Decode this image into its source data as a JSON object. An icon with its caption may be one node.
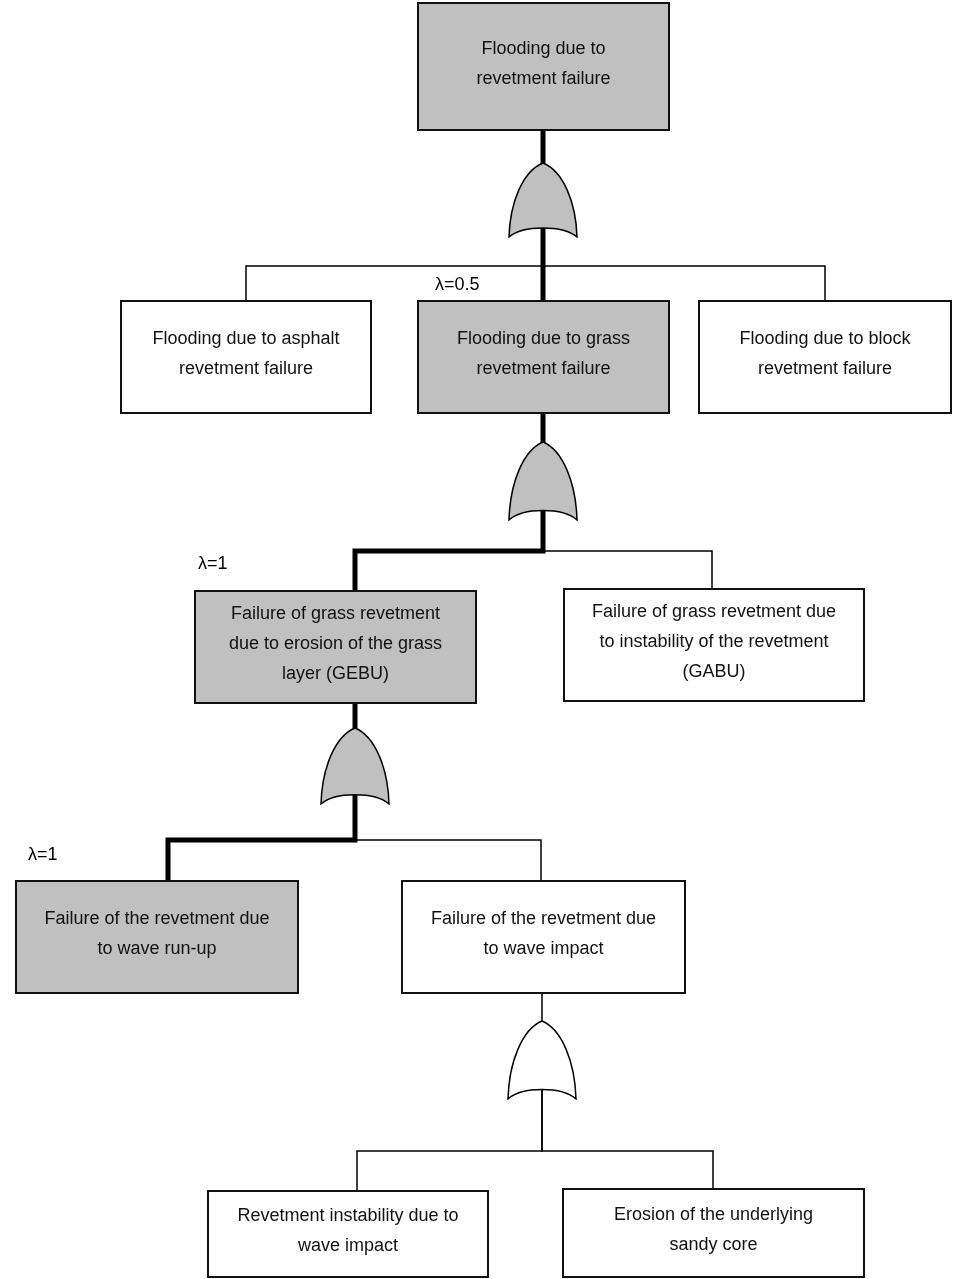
{
  "diagram": {
    "nodes": [
      {
        "text": [
          "Flooding due to revetment failure"
        ]
      },
      {
        "text": [],
        "shape": "gate"
      },
      {
        "text": [
          "Flooding due to asphalt revetment failure"
        ]
      },
      {
        "text": [
          "Flooding due to grass revetment failure"
        ],
        "beside": [
          "λ=0.5"
        ]
      },
      {
        "text": [
          "Flooding due to block revetment failure"
        ]
      },
      {
        "text": [],
        "shape": "gate"
      },
      {
        "text": [
          "Failure of grass revetment due to erosion of the grass layer (GEBU)"
        ],
        "beside": [
          "λ=1"
        ]
      },
      {
        "text": [
          "Failure of grass revetment due to instability of the revetment (GABU)"
        ]
      },
      {
        "text": [],
        "shape": "gate"
      },
      {
        "text": [
          "Failure of the revetment due to wave run-up"
        ],
        "beside": [
          "λ=1"
        ]
      },
      {
        "text": [
          "Failure of the revetment due to wave impact"
        ]
      },
      {
        "text": [],
        "shape": "gate"
      },
      {
        "text": [
          "Revetment instability due to wave impact"
        ]
      },
      {
        "text": [
          "Erosion of the underlying sandy core"
        ]
      }
    ],
    "edges": [
      {
        "from": 0,
        "to": 1,
        "arrow": "none",
        "style": "thick"
      },
      {
        "from": 1,
        "to": 2,
        "arrow": "none"
      },
      {
        "from": 1,
        "to": 3,
        "arrow": "none",
        "style": "thick"
      },
      {
        "from": 1,
        "to": 4,
        "arrow": "none"
      },
      {
        "from": 3,
        "to": 5,
        "arrow": "none",
        "style": "thick"
      },
      {
        "from": 5,
        "to": 6,
        "arrow": "none",
        "style": "thick"
      },
      {
        "from": 5,
        "to": 7,
        "arrow": "none"
      },
      {
        "from": 6,
        "to": 8,
        "arrow": "none",
        "style": "thick"
      },
      {
        "from": 8,
        "to": 9,
        "arrow": "none",
        "style": "thick"
      },
      {
        "from": 8,
        "to": 10,
        "arrow": "none"
      },
      {
        "from": 10,
        "to": 11,
        "arrow": "none"
      },
      {
        "from": 11,
        "to": 12,
        "arrow": "none"
      },
      {
        "from": 11,
        "to": 13,
        "arrow": "none"
      }
    ]
  }
}
